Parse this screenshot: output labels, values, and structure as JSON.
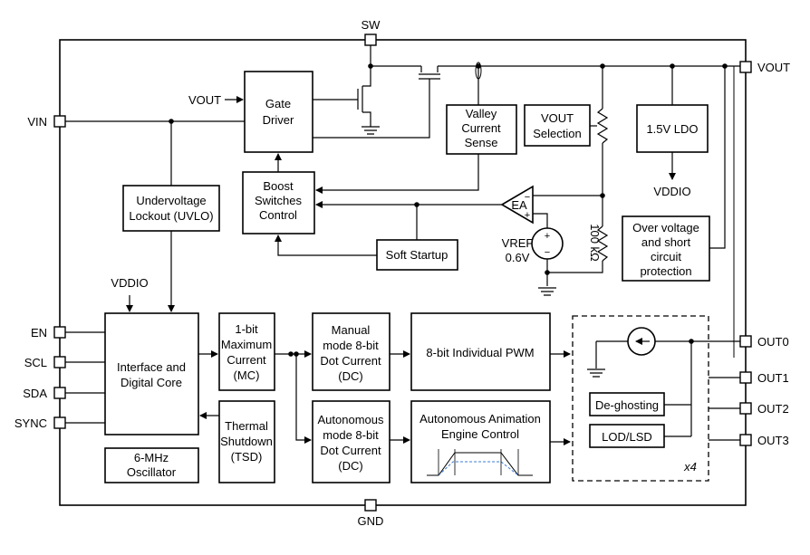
{
  "pins": {
    "sw": "SW",
    "vout": "VOUT",
    "vin": "VIN",
    "en": "EN",
    "scl": "SCL",
    "sda": "SDA",
    "sync": "SYNC",
    "gnd": "GND",
    "out0": "OUT0",
    "out1": "OUT1",
    "out2": "OUT2",
    "out3": "OUT3"
  },
  "blocks": {
    "gate_driver": [
      "Gate",
      "Driver"
    ],
    "valley_current_sense": [
      "Valley",
      "Current",
      "Sense"
    ],
    "vout_selection": [
      "VOUT",
      "Selection"
    ],
    "ldo": [
      "1.5V LDO"
    ],
    "undervoltage_lockout": [
      "Undervoltage",
      "Lockout (UVLO)"
    ],
    "boost_switches_control": [
      "Boost",
      "Switches",
      "Control"
    ],
    "soft_startup": [
      "Soft Startup"
    ],
    "ovp": [
      "Over voltage",
      "and short",
      "circuit",
      "protection"
    ],
    "interface_core": [
      "Interface and",
      "Digital Core"
    ],
    "max_current": [
      "1-bit",
      "Maximum",
      "Current",
      "(MC)"
    ],
    "manual_dot_current": [
      "Manual",
      "mode 8-bit",
      "Dot Current",
      "(DC)"
    ],
    "pwm": [
      "8-bit Individual PWM"
    ],
    "thermal_shutdown": [
      "Thermal",
      "Shutdown",
      "(TSD)"
    ],
    "auto_dot_current": [
      "Autonomous",
      "mode 8-bit",
      "Dot Current",
      "(DC)"
    ],
    "animation_engine": [
      "Autonomous Animation",
      "Engine Control"
    ],
    "oscillator": [
      "6-MHz",
      "Oscillator"
    ],
    "deghosting": [
      "De-ghosting"
    ],
    "lod_lsd": [
      "LOD/LSD"
    ]
  },
  "signals": {
    "vout_to_gate": "VOUT",
    "vddio_ldo": "VDDIO",
    "vddio_core": "VDDIO",
    "ea": "EA",
    "vref": [
      "VREF",
      "0.6V"
    ],
    "resistor": "100 kΩ",
    "channels": "x4",
    "plus": "+",
    "minus": "−"
  }
}
